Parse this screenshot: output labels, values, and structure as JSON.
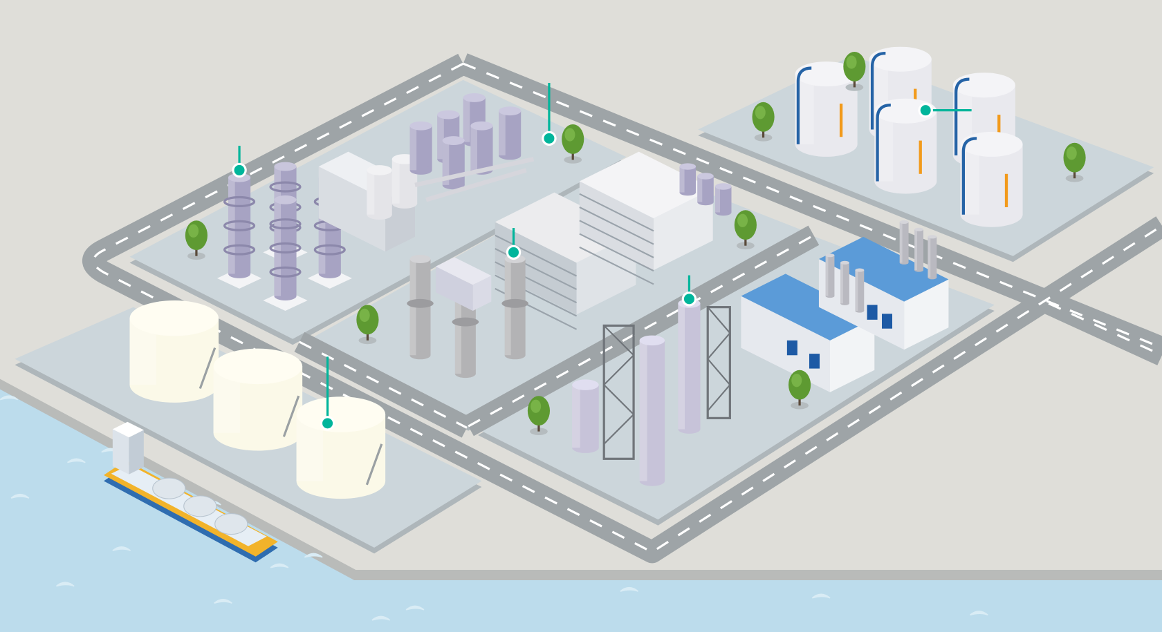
{
  "colors": {
    "ground": "#dfded9",
    "water": "#bcdcec",
    "wave": "#d9ecf5",
    "seawall": "#b9bbb9",
    "road": "#9ea4a7",
    "road_dash": "#ffffff",
    "platform": "#ccd6db",
    "platform_edge": "#aeb6ba",
    "column": "#a7a3c3",
    "column_dark": "#8c88ab",
    "tank_cream": "#fbf9e8",
    "tank_white": "#e9e9ee",
    "pipe_blue": "#2563a6",
    "roof_blue": "#5b9bd8",
    "tree": "#5e9a32",
    "marker": "#00b59b",
    "gray_tower": "#b3b3b5",
    "ship_hull": "#2f6db0",
    "ship_deck": "#f2b32a"
  },
  "markers": [
    {
      "id": "distillation-columns",
      "icon": "location-pin-icon"
    },
    {
      "id": "reactor-vessels",
      "icon": "location-pin-icon"
    },
    {
      "id": "control-building",
      "icon": "location-pin-icon"
    },
    {
      "id": "furnace-unit",
      "icon": "location-pin-icon"
    },
    {
      "id": "crude-tanks",
      "icon": "location-pin-icon"
    },
    {
      "id": "product-tanks",
      "icon": "location-pin-icon"
    }
  ]
}
